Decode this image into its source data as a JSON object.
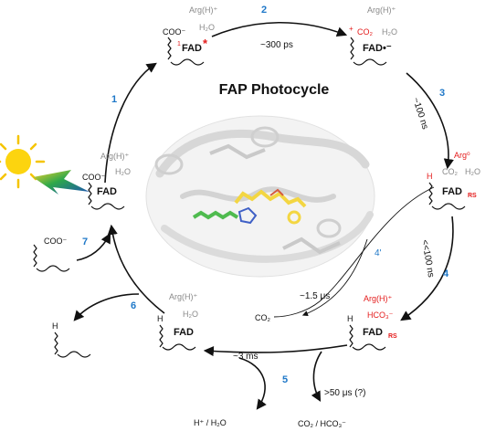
{
  "title": "FAP Photocycle",
  "steps": {
    "s1": "1",
    "s2": "2",
    "s3": "3",
    "s4": "4",
    "s4p": "4'",
    "s5": "5",
    "s6": "6",
    "s7": "7"
  },
  "times": {
    "t2": "~300 ps",
    "t3": "~100 ns",
    "t4": "<<100 ns",
    "t4p": "~1.5 μs",
    "t5": "~3 ms",
    "t5b": ">50 μs (?)"
  },
  "states": {
    "ground": {
      "arg": "Arg(H)⁺",
      "coo": "COO⁻",
      "water": "H₂O",
      "fad": "FAD"
    },
    "excited": {
      "arg": "Arg(H)⁺",
      "coo": "COO⁻",
      "water": "H₂O",
      "fad": "FAD",
      "sup1": "1",
      "star": "*"
    },
    "radpair": {
      "arg": "Arg(H)⁺",
      "co2": "CO₂",
      "water": "H₂O",
      "fad": "FAD•⁻",
      "plus": "+"
    },
    "rs1": {
      "arg": "Arg⁰",
      "h": "H",
      "co2": "CO₂",
      "water": "H₂O",
      "fad": "FAD",
      "sub": "RS"
    },
    "rs2": {
      "arg": "Arg(H)⁺",
      "hco3": "HCO₃⁻",
      "h": "H",
      "fad": "FAD",
      "sub": "RS"
    },
    "product": {
      "arg": "Arg(H)⁺",
      "h": "H",
      "water": "H₂O",
      "fad": "FAD"
    }
  },
  "species": {
    "fatty_acid": "COO⁻",
    "alkane_h": "H",
    "co2": "CO₂",
    "h_h2o": "H⁺ / H₂O",
    "co2_hco3": "CO₂ / HCO₃⁻"
  },
  "colors": {
    "accent_red": "#e41b1b",
    "step_blue": "#1f78c8",
    "label_gray": "#8a8a8a",
    "fad_green": "#3cb43c",
    "fad_yellow": "#f2d22e"
  }
}
